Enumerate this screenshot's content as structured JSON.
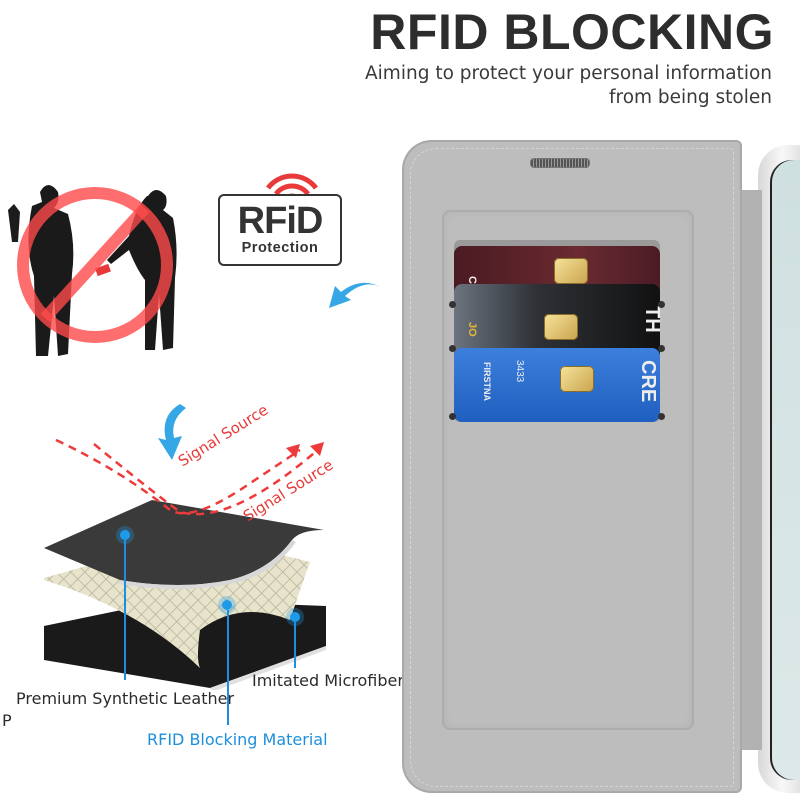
{
  "header": {
    "title": "RFID BLOCKING",
    "subtitle_line1": "Aiming to protect your personal information",
    "subtitle_line2": "from being stolen"
  },
  "badge": {
    "big": "RFiD",
    "small": "Protection"
  },
  "layers": {
    "signal_label_1": "Signal Source",
    "signal_label_2": "Signal Source",
    "top_layer": "Premium Synthetic Leather",
    "middle_layer": "RFID Blocking Material",
    "bottom_layer": "Imitated Microfiber",
    "stray_letter": "P"
  },
  "cards": {
    "red_text": "CA",
    "black_text": "TH",
    "black_small": "JO",
    "blue_text": "CRE",
    "blue_num": "3433",
    "blue_name": "FIRSTNA"
  },
  "colors": {
    "accent_blue": "#1e8fdc",
    "signal_red": "#e83a3a",
    "case_gray": "#bdbdbd",
    "title_dark": "#2d2d2d"
  }
}
